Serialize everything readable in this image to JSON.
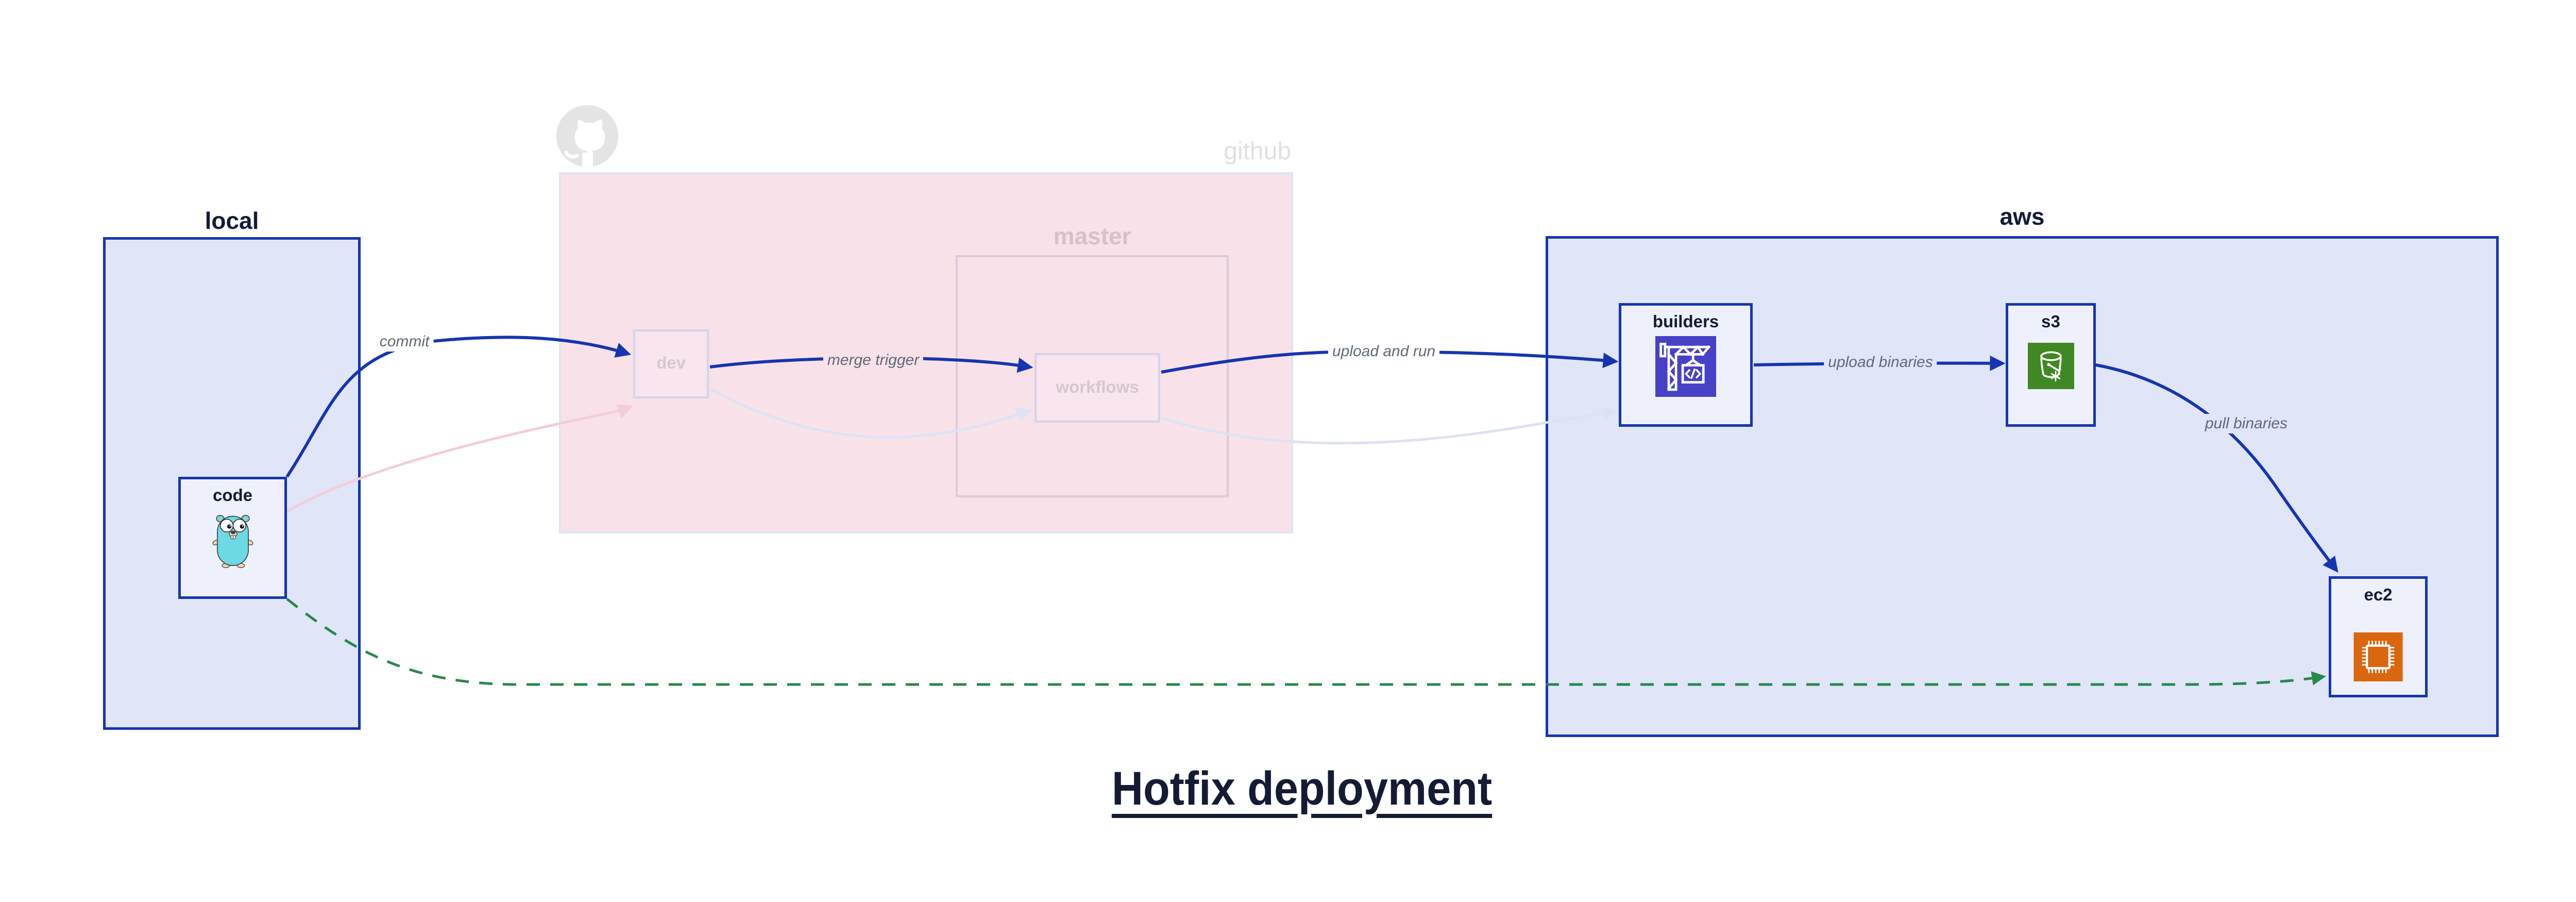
{
  "diagram": {
    "title": "Hotfix deployment",
    "clusters": {
      "local": {
        "label": "local"
      },
      "github": {
        "label": "github"
      },
      "master": {
        "label": "master"
      },
      "aws": {
        "label": "aws"
      }
    },
    "nodes": {
      "code": {
        "label": "code",
        "icon": "go-gopher-icon"
      },
      "dev": {
        "label": "dev"
      },
      "workflows": {
        "label": "workflows"
      },
      "builders": {
        "label": "builders",
        "icon": "codebuild-crane-icon"
      },
      "s3": {
        "label": "s3",
        "icon": "s3-bucket-icon"
      },
      "ec2": {
        "label": "ec2",
        "icon": "ec2-chip-icon"
      }
    },
    "edges": {
      "commit": {
        "label": "commit"
      },
      "merge_trigger": {
        "label": "merge trigger"
      },
      "upload_and_run": {
        "label": "upload and run"
      },
      "upload_binaries": {
        "label": "upload binaries"
      },
      "pull_binaries": {
        "label": "pull binaries"
      }
    },
    "colors": {
      "accent_blue": "#1535b0",
      "cluster_blue_fill": "#e0e5f8",
      "node_fill": "#eef1fb",
      "github_pink_fill": "#f8e1e9",
      "faded_pink_arrow": "#f3cddc",
      "faded_lavender_arrow": "#dde2f4",
      "green_dashed": "#28884a",
      "edge_label_gray": "#5f6977",
      "dark_navy_text": "#131b38",
      "codebuild_purple": "#4741c7",
      "s3_green": "#3f8824",
      "ec2_orange": "#da660e",
      "gopher_teal": "#6cd9e4",
      "octocat_gray": "#e4e4e4"
    }
  }
}
